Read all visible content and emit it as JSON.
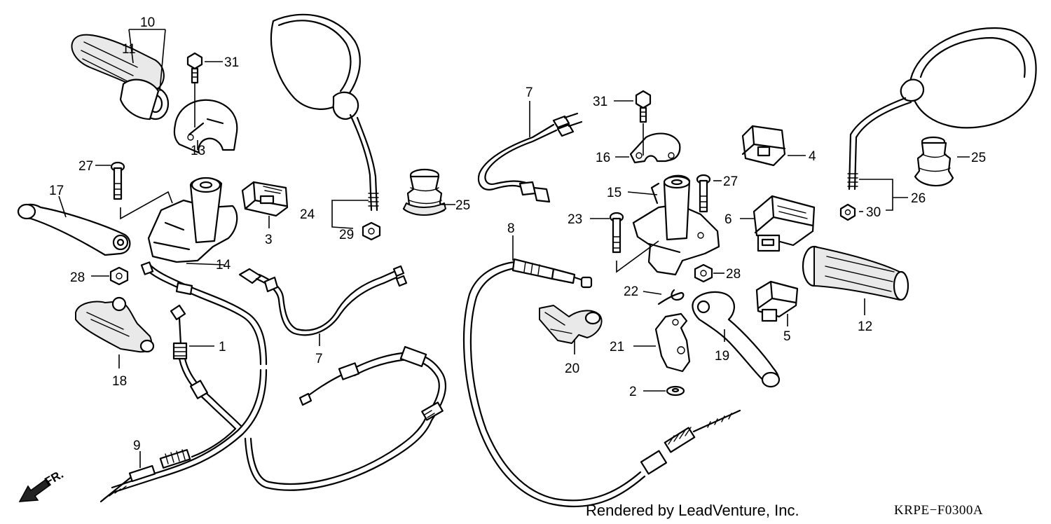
{
  "callouts": [
    "10",
    "11",
    "31",
    "13",
    "27",
    "17",
    "14",
    "3",
    "24",
    "29",
    "28",
    "18",
    "1",
    "9",
    "7",
    "7",
    "25",
    "8",
    "31",
    "16",
    "4",
    "15",
    "27",
    "23",
    "6",
    "28",
    "22",
    "21",
    "19",
    "20",
    "2",
    "25",
    "26",
    "30",
    "12",
    "5"
  ],
  "credit": "Rendered by LeadVenture, Inc.",
  "diagram_code": "KRPE−F0300A",
  "direction_label": "FR."
}
